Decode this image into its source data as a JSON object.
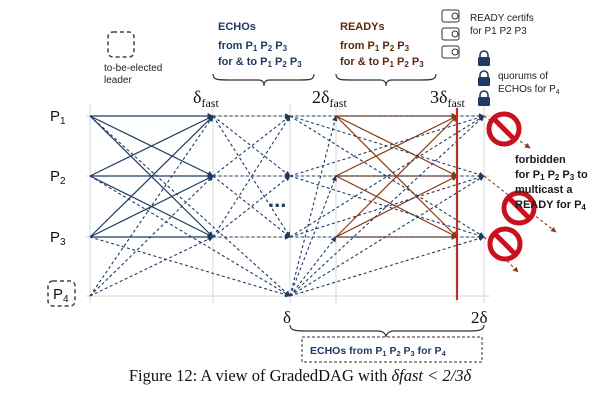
{
  "legend": {
    "leader_box_label_line1": "to-be-elected",
    "leader_box_label_line2": "leader",
    "certif_label_line1": "READY certifs",
    "certif_label_line2": "for P1 P2 P3",
    "quorum_label_line1": "quorums of",
    "quorum_label_line2": "ECHOs for P",
    "quorum_label_sub": "4"
  },
  "processes": [
    {
      "name": "P",
      "sub": "1"
    },
    {
      "name": "P",
      "sub": "2"
    },
    {
      "name": "P",
      "sub": "3"
    },
    {
      "name": "P",
      "sub": "4"
    }
  ],
  "phases": {
    "echos": {
      "title": "ECHOs",
      "line2": "from P1 P2 P3",
      "line3": "for & to P1 P2 P3"
    },
    "readys": {
      "title": "READYs",
      "line2": "from P1 P2 P3",
      "line3": "for & to P1 P2 P3"
    }
  },
  "time_labels": {
    "top": [
      {
        "prefix": "",
        "symbol": "δ",
        "sub": "fast"
      },
      {
        "prefix": "2",
        "symbol": "δ",
        "sub": "fast"
      },
      {
        "prefix": "3",
        "symbol": "δ",
        "sub": "fast"
      }
    ],
    "bottom": [
      {
        "text": "δ"
      },
      {
        "text": "2δ"
      }
    ]
  },
  "ellipsis": "...",
  "bottom_brace_label": "ECHOs from P1 P2 P3 for P4",
  "forbidden": {
    "line1": "forbidden",
    "line2": "for P1 P2 P3 to",
    "line3": "multicast a",
    "line4": "READY for P4"
  },
  "caption": {
    "prefix": "Figure 12: A view of GradedDAG with ",
    "math": "δfast < 2/3δ"
  },
  "colors": {
    "blue": "#1f3b63",
    "brown": "#8a3b12",
    "red_line": "#b5331f",
    "forbidden_red": "#c8101e",
    "grid": "#d6d6d6"
  }
}
